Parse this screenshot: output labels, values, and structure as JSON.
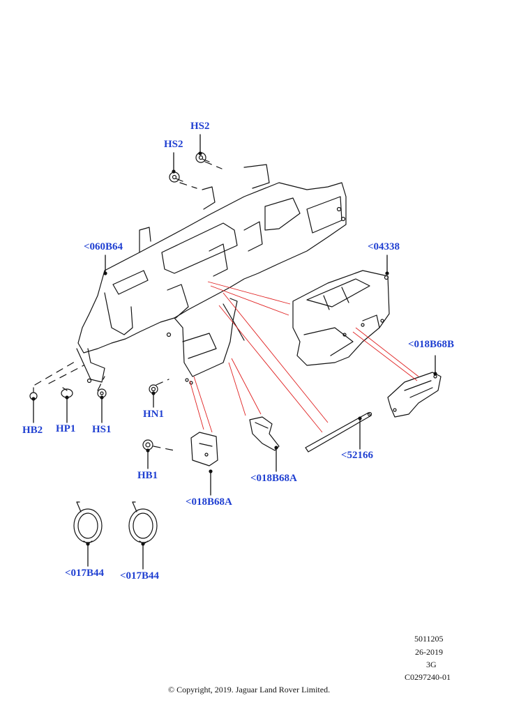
{
  "diagram": {
    "callouts": {
      "hs2_upper": "HS2",
      "hs2_lower": "HS2",
      "bracket_060b64": "<060B64",
      "duct_04338": "<04338",
      "bracket_018b68b": "<018B68B",
      "hb2": "HB2",
      "hp1": "HP1",
      "hs1": "HS1",
      "hn1": "HN1",
      "hb1": "HB1",
      "strap_52166": "<52166",
      "bracket_018b68a_right": "<018B68A",
      "bracket_018b68a_left": "<018B68A",
      "ring_017b44_left": "<017B44",
      "ring_017b44_right": "<017B44"
    },
    "reference": {
      "line1": "5011205",
      "line2": "26-2019",
      "line3": "3G",
      "line4": "C0297240-01"
    },
    "copyright": "© Copyright, 2019. Jaguar Land Rover Limited."
  },
  "colors": {
    "callout_text": "#1f3fd1",
    "leader_red": "#e02020",
    "linework": "#111111"
  }
}
